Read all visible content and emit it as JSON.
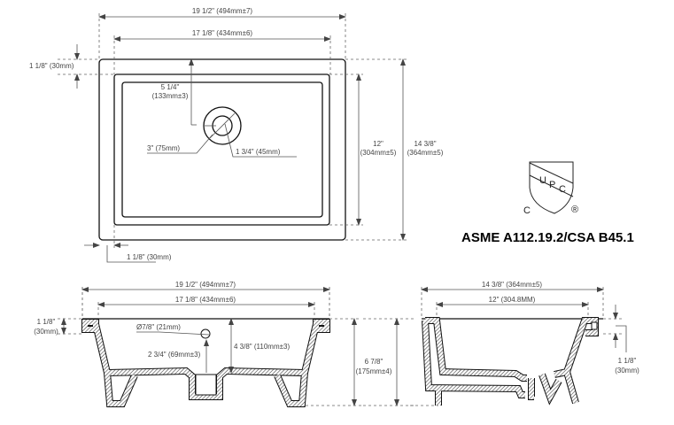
{
  "top_view": {
    "overall_width": "19 1/2\" (494mm±7)",
    "bowl_width": "17 1/8\" (434mm±6)",
    "rim_top": "1 1/8\" (30mm)",
    "drain_offset_line1": "5 1/4\"",
    "drain_offset_line2": "(133mm±3)",
    "drain_outer": "3\" (75mm)",
    "drain_inner": "1 3/4\" (45mm)",
    "bowl_depth_line1": "12\"",
    "bowl_depth_line2": "(304mm±5)",
    "overall_depth_line1": "14 3/8\"",
    "overall_depth_line2": "(364mm±5)",
    "rim_side": "1 1/8\" (30mm)"
  },
  "front_view": {
    "overall_width": "19 1/2\" (494mm±7)",
    "bowl_width": "17 1/8\" (434mm±6)",
    "rim_line1": "1 1/8\"",
    "rim_line2": "(30mm)",
    "overflow": "Ø7/8\" (21mm)",
    "overflow_height": "2 3/4\" (69mm±3)",
    "bowl_depth": "4 3/8\" (110mm±3)",
    "height_line1": "6 7/8\"",
    "height_line2": "(175mm±4)"
  },
  "side_view": {
    "overall_depth": "14 3/8\" (364mm±5)",
    "bowl_depth": "12\" (304.8MM)",
    "rim_line1": "1 1/8\"",
    "rim_line2": "(30mm)"
  },
  "certification": {
    "logo_letters": [
      "U",
      "P",
      "C"
    ],
    "logo_c": "C",
    "logo_registered": "®",
    "standard": "ASME A112.19.2/CSA B45.1"
  }
}
